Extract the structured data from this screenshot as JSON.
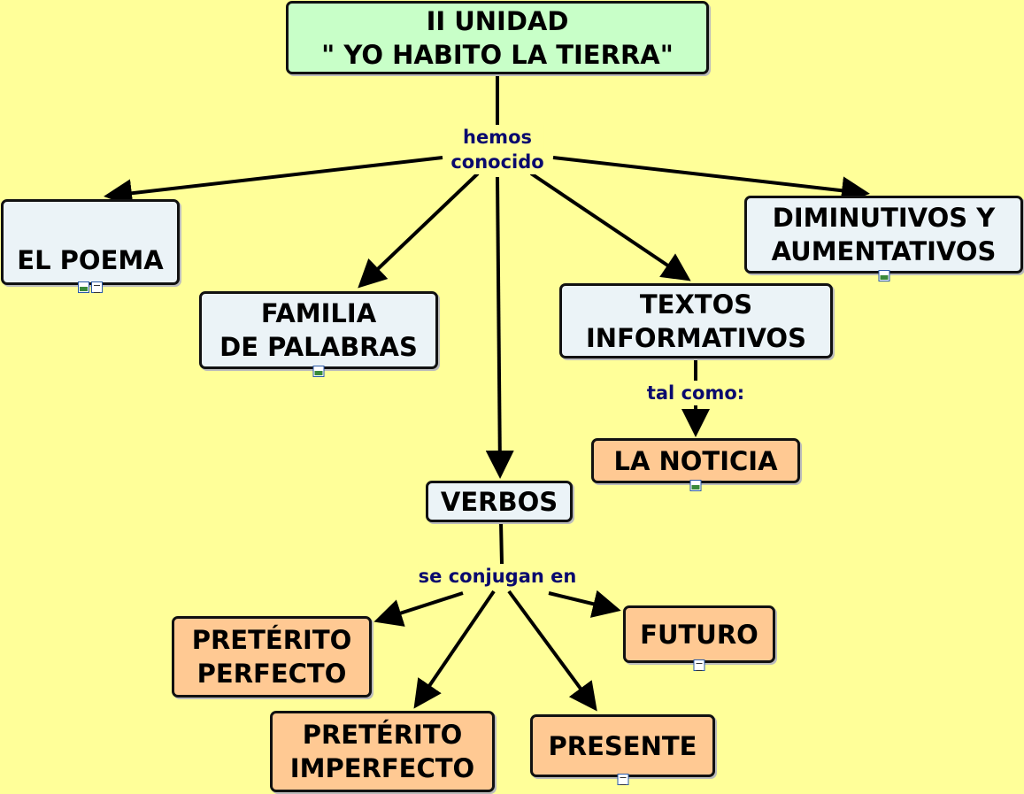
{
  "colors": {
    "background": "#ffff99",
    "concept_blue": "#ebf3f7",
    "concept_orange": "#ffc993",
    "concept_green": "#c8ffc8",
    "link_text": "#0a0a6e"
  },
  "title": {
    "line1": "II UNIDAD",
    "line2": "\" YO HABITO LA TIERRA\""
  },
  "links": {
    "hemos_conocido_1": "hemos",
    "hemos_conocido_2": "conocido",
    "tal_como": "tal como:",
    "se_conjugan": "se conjugan en"
  },
  "concepts": {
    "poema": "EL POEMA",
    "familia_1": "FAMILIA",
    "familia_2": "DE PALABRAS",
    "diminutivos_1": "DIMINUTIVOS Y",
    "diminutivos_2": "AUMENTATIVOS",
    "textos_1": "TEXTOS",
    "textos_2": "INFORMATIVOS",
    "noticia": "LA NOTICIA",
    "verbos": "VERBOS",
    "perfecto_1": "PRETÉRITO",
    "perfecto_2": "PERFECTO",
    "imperfecto_1": "PRETÉRITO",
    "imperfecto_2": "IMPERFECTO",
    "presente": "PRESENTE",
    "futuro": "FUTURO"
  }
}
